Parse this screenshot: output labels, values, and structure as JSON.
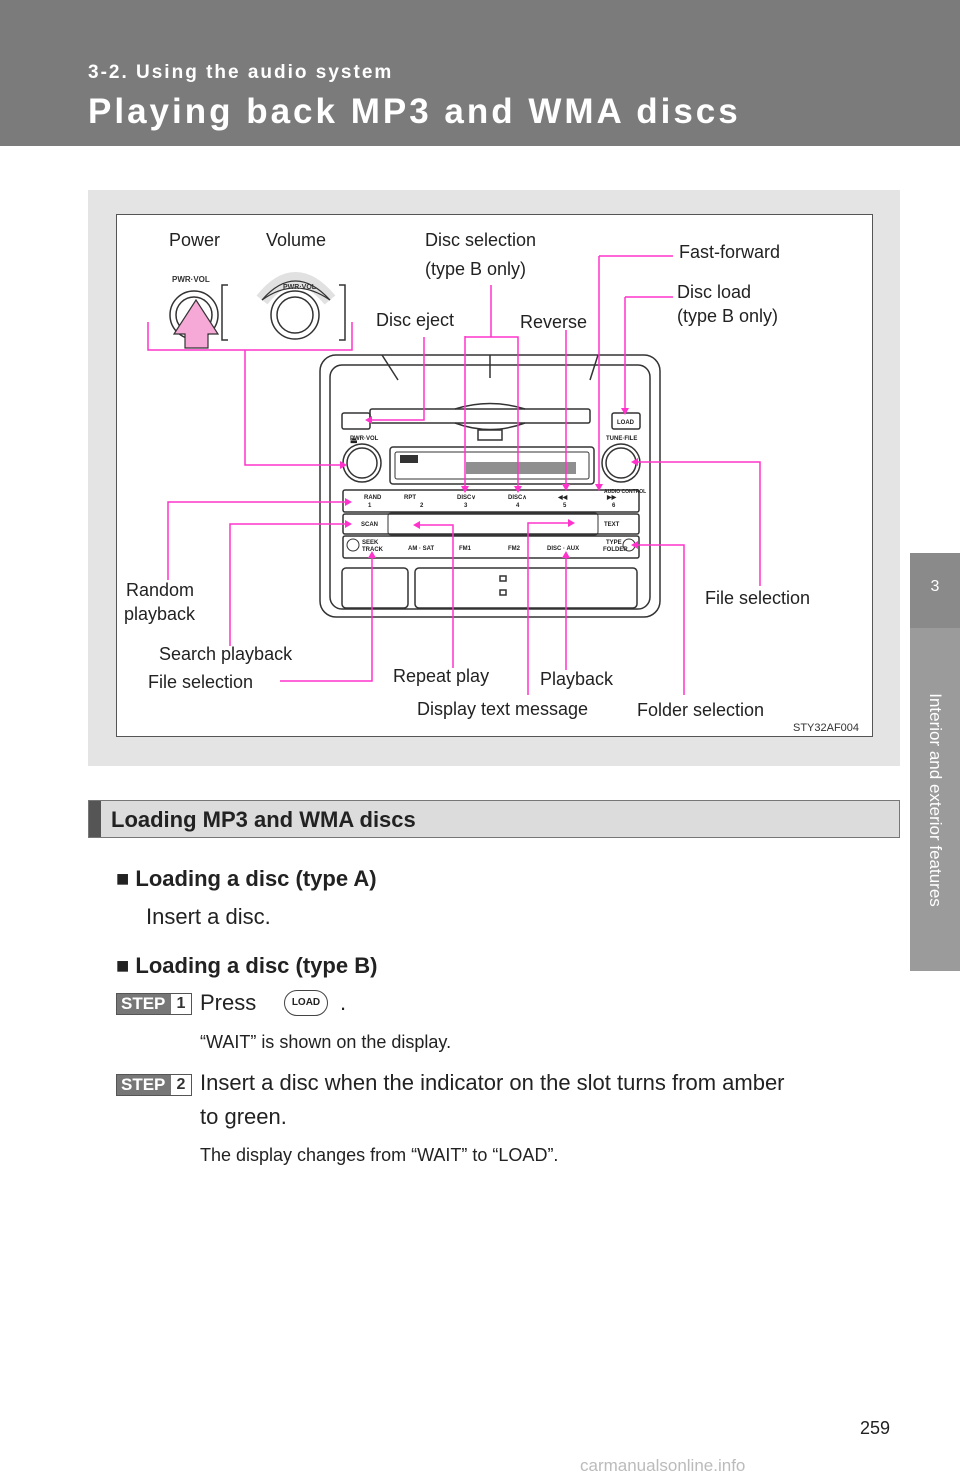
{
  "header": {
    "section": "3-2. Using the audio system",
    "title": "Playing back MP3 and WMA discs"
  },
  "side_tab": {
    "chapter_num": "3",
    "chapter_title": "Interior and exterior features"
  },
  "figure": {
    "code": "STY32AF004",
    "labels": {
      "power": "Power",
      "volume": "Volume",
      "disc_selection": "Disc selection",
      "disc_selection_note": "(type B only)",
      "fast_forward": "Fast-forward",
      "disc_load": "Disc load",
      "disc_load_note": "(type B only)",
      "disc_eject": "Disc eject",
      "reverse": "Reverse",
      "random_playback_1": "Random",
      "random_playback_2": "playback",
      "file_selection_right": "File selection",
      "search_playback": "Search playback",
      "file_selection_left": "File selection",
      "repeat_play": "Repeat play",
      "playback": "Playback",
      "display_text_message": "Display text message",
      "folder_selection": "Folder selection"
    },
    "panel_text": {
      "pwr_vol": "PWR·VOL",
      "tune_file": "TUNE·FILE",
      "load": "LOAD",
      "audio_control": "AUDIO CONTROL",
      "rand": "RAND",
      "rpt": "RPT",
      "disc_down": "DISC∨",
      "disc_up": "DISC∧",
      "rev": "◀◀",
      "ff": "▶▶",
      "n1": "1",
      "n2": "2",
      "n3": "3",
      "n4": "4",
      "n5": "5",
      "n6": "6",
      "scan": "SCAN",
      "text": "TEXT",
      "seek_track_1": "SEEK",
      "seek_track_2": "TRACK",
      "am_sat": "AM · SAT",
      "fm1": "FM1",
      "fm2": "FM2",
      "disc_aux": "DISC · AUX",
      "type_folder_1": "TYPE",
      "type_folder_2": "FOLDER"
    }
  },
  "section": {
    "title": "Loading MP3 and WMA discs",
    "type_a_heading": "■ Loading a disc (type A)",
    "type_a_text": "Insert a disc.",
    "type_b_heading": "■ Loading a disc (type B)",
    "step_label": "STEP",
    "step1_num": "1",
    "step1_text_a": "Press",
    "step1_key": "LOAD",
    "step1_text_b": ".",
    "step1_note": "“WAIT” is shown on the display.",
    "step2_num": "2",
    "step2_text_1": "Insert a disc when the indicator on the slot turns from amber",
    "step2_text_2": "to green.",
    "step2_note": "The display changes from “WAIT” to “LOAD”."
  },
  "page_number": "259",
  "watermark": "carmanualsonline.info",
  "colors": {
    "header": "#7b7b7b",
    "callout": "#ff33cc",
    "figure_bg": "#e4e4e4"
  }
}
